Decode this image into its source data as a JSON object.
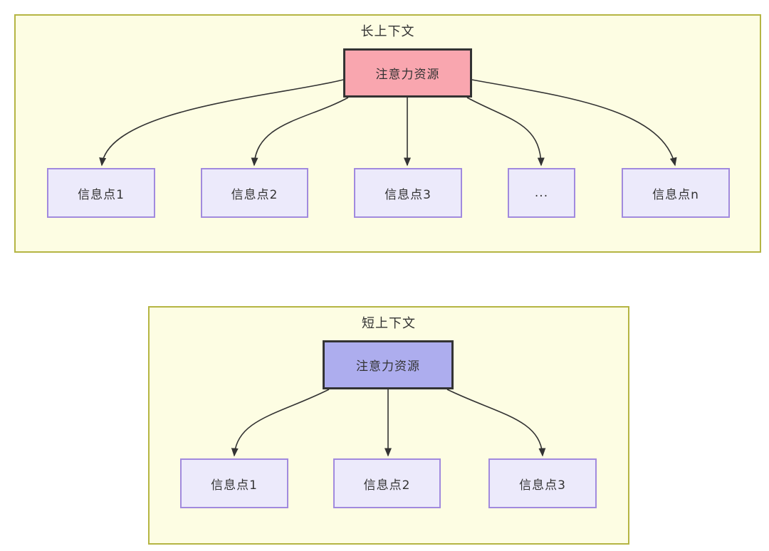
{
  "diagram": {
    "long_context": {
      "title": "长上下文",
      "source": {
        "label": "注意力资源"
      },
      "targets": [
        {
          "label": "信息点1"
        },
        {
          "label": "信息点2"
        },
        {
          "label": "信息点3"
        },
        {
          "label": "..."
        },
        {
          "label": "信息点n"
        }
      ]
    },
    "short_context": {
      "title": "短上下文",
      "source": {
        "label": "注意力资源"
      },
      "targets": [
        {
          "label": "信息点1"
        },
        {
          "label": "信息点2"
        },
        {
          "label": "信息点3"
        }
      ]
    },
    "colors": {
      "page_bg": "#ffffff",
      "container_fill": "#fdfde3",
      "container_border": "#b5b543",
      "target_fill": "#eceafb",
      "target_border": "#a18ade",
      "long_source_fill": "#f9a6af",
      "short_source_fill": "#adadee",
      "node_border": "#333333",
      "arrow": "#333333",
      "text": "#333333"
    }
  }
}
